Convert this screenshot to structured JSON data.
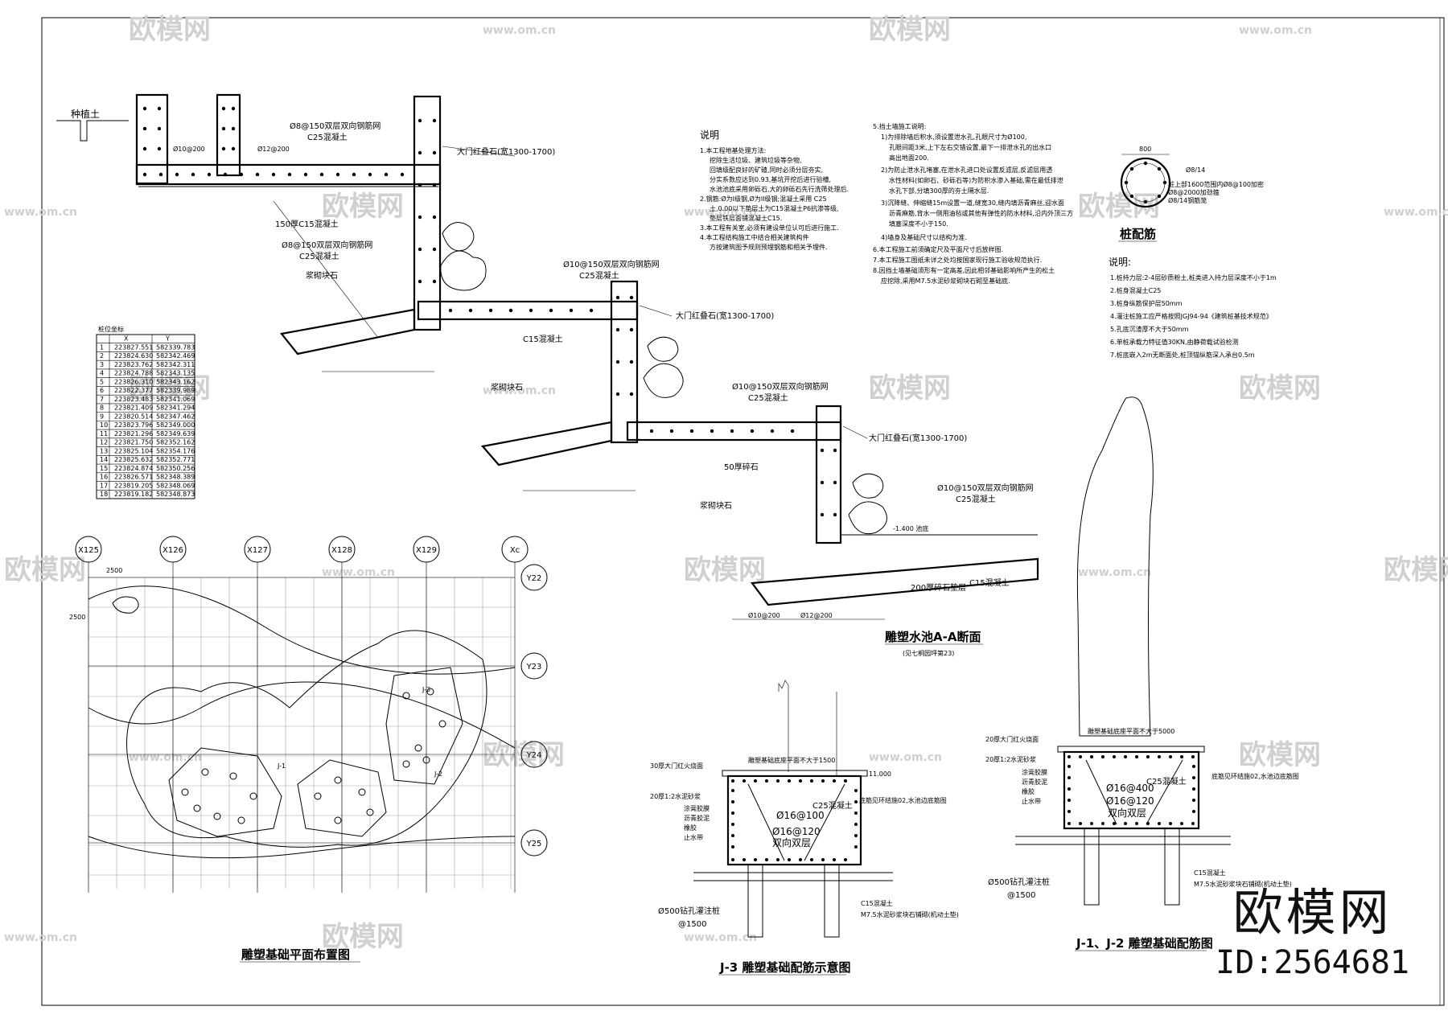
{
  "watermark": {
    "brand": "欧模网",
    "domain": "www.om.cn"
  },
  "brand_badge": {
    "name": "欧模网",
    "id": "ID:2564681"
  },
  "section_aa": {
    "title": "雕塑水池A-A断面",
    "subtitle": "(见七桐园坪第23)",
    "labels": {
      "planting_soil": "种植土",
      "mesh1": "Ø8@150双层双向钢筋网",
      "c25_1": "C25混凝土",
      "gate_stone1": "大门红叠石(宽1300-1700)",
      "c15_150": "150厚C15混凝土",
      "mesh2": "Ø8@150双层双向钢筋网",
      "c25_2": "C25混凝土",
      "rubble1": "浆砌块石",
      "mesh3": "Ø10@150双层双向钢筋网",
      "c25_3": "C25混凝土",
      "gate_stone2": "大门红叠石(宽1300-1700)",
      "c15_2": "C15混凝土",
      "rubble2": "浆砌块石",
      "mesh4": "Ø10@150双层双向钢筋网",
      "c25_4": "C25混凝土",
      "gate_stone3": "大门红叠石(宽1300-1700)",
      "gravel50": "50厚碎石",
      "rubble3": "浆砌块石",
      "mesh5": "Ø10@150双层双向钢筋网",
      "c25_5": "C25混凝土",
      "water_level": "-1.400 池底",
      "c15_3": "C15混凝土",
      "gravel200": "200厚碎石垫层",
      "r1": "Ø10@200",
      "r2": "Ø12@200"
    }
  },
  "notes_left": {
    "title": "说明",
    "items": [
      "1.本工程地基处理方法:",
      "挖除生活垃圾、建筑垃圾等杂物,",
      "回填级配良好的矿碴,同时必须分层夯实,",
      "分实系数应达到0.93,基坑开挖后进行验槽,",
      "水池池底采用卵砾石,大的卵砾石先行洗筛处理后.",
      "2.钢筋:Ø为I级钢,Ø为II级钢;混凝土采用 C25",
      "土,0.00以下垫层土为C15混凝土P6抗渗等级,",
      "垫层铁层面铺混凝土C15.",
      "3.本工程有关室,必须有建设单位认可后进行施工.",
      "4.本工程结构施工中结合相关建筑构件",
      "方按建筑图予规则预埋钢筋和相关予埋件."
    ]
  },
  "notes_mid": {
    "items": [
      "5.挡土墙施工说明:",
      "1)为排除墙后积水,须设置泄水孔,孔眼尺寸为Ø100,",
      "孔眼间距3米,上下左右交错设置,最下一排泄水孔的出水口",
      "高出地面200.",
      "2)为防止泄水孔堵塞,在泄水孔进口处设置反滤层,反滤层用透",
      "水性材料(如卵石、砂砾石等)为防积水渗入基础,需在最低排泄",
      "水孔下部,分填300厚的夯土隔水层.",
      "3)沉降缝、伸缩缝15m设置一道,缝宽30,缝内填沥青麻丝,迎水面",
      "沥青麻筋,背水一侧用油毡或其他有弹性的防水材料,沿内外顶三方",
      "填塞深度不小于150.",
      "4)墙身及基础尺寸以结构为准.",
      "6.本工程施工前须确定尺及平面尺寸后放样图.",
      "7.本工程施工图纸未详之处均按国家现行施工验收规范执行.",
      "8.因挡土墙基础须形有一定高差,因此相邻基础影响所产生的松土",
      "应挖除,采用M7.5水泥砂浆砌块石砌至基础底."
    ]
  },
  "pile": {
    "title": "桩配筋",
    "dim_top": "800",
    "label_spiral": "Ø8/14",
    "label_a": "桩上部1600范围内Ø8@100加密",
    "label_b": "Ø8@2000加劲箍",
    "label_c": "Ø8/14钢筋笼",
    "notes_title": "说明:",
    "notes": [
      "1.桩持力层:2-4层砂质粉土,桩类进入持力层深度不小于1m",
      "2.桩身混凝土C25",
      "3.桩身纵筋保护层50mm",
      "4.灌注桩施工应严格按照JGJ94-94《建筑桩基技术规范》",
      "5.孔底沉渣厚不大于50mm",
      "6.单桩承载力特征值30KN,由静荷载试验检测",
      "7.桩底嵌入2m无断面处,桩顶锚纵筋深入承台0.5m"
    ]
  },
  "coord_table": {
    "title": "桩位坐标",
    "headers": [
      "",
      "X",
      "Y"
    ],
    "rows": [
      [
        "1",
        "223827.551",
        "582339.783"
      ],
      [
        "2",
        "223824.630",
        "582342.469"
      ],
      [
        "3",
        "223823.762",
        "582342.311"
      ],
      [
        "4",
        "223824.788",
        "582343.135"
      ],
      [
        "5",
        "223826.310",
        "582343.162"
      ],
      [
        "6",
        "223822.377",
        "582339.989"
      ],
      [
        "7",
        "223823.483",
        "582341.069"
      ],
      [
        "8",
        "223821.409",
        "582341.294"
      ],
      [
        "9",
        "223820.514",
        "582347.462"
      ],
      [
        "10",
        "223823.796",
        "582349.000"
      ],
      [
        "11",
        "223821.296",
        "582349.639"
      ],
      [
        "12",
        "223821.750",
        "582352.162"
      ],
      [
        "13",
        "223825.104",
        "582354.176"
      ],
      [
        "14",
        "223825.632",
        "582352.771"
      ],
      [
        "15",
        "223824.874",
        "582350.256"
      ],
      [
        "16",
        "223826.571",
        "582348.389"
      ],
      [
        "17",
        "223819.205",
        "582348.069"
      ],
      [
        "18",
        "223819.182",
        "582348.873"
      ]
    ]
  },
  "plan": {
    "title": "雕塑基础平面布置图",
    "col_labels": [
      "X125",
      "X126",
      "X127",
      "X128",
      "X129",
      "Xc"
    ],
    "row_labels": [
      "Y22",
      "Y23",
      "Y24",
      "Y25"
    ],
    "dim_top": "2500",
    "dim_left": "2500",
    "j1": "J-1",
    "j2": "J-2",
    "j3": "J-3"
  },
  "j3": {
    "title": "J-3 雕塑基础配筋示意图",
    "label_top1": "30厚大门红火烧面",
    "label_top2": "雕塑基础底座平面不大于1500",
    "label_mortar": "20厚1:2水泥砂浆",
    "label_w1": "涂膏胶膜",
    "label_w2": "沥青胶泥",
    "label_w3": "橡胶",
    "label_w4": "止水带",
    "label_c25": "C25混凝土",
    "label_r1": "Ø16@100",
    "label_r2": "Ø16@120",
    "label_r3": "双向双层",
    "label_side": "底筋见环结施02,水池边底筋图",
    "level": "11.000",
    "pile": "Ø500钻孔灌注桩",
    "pile_len": "@1500",
    "label_c15": "C15混凝土",
    "label_gravel": "M7.5水泥砂浆块石铺砌(机动土垫)"
  },
  "j12": {
    "title": "J-1、J-2 雕塑基础配筋图",
    "label_top1": "20厚大门红火烧面",
    "label_top2": "雕塑基础底座平面不大于5000",
    "label_mortar": "20厚1:2水泥砂浆",
    "label_w1": "涂膏胶膜",
    "label_w2": "沥青胶泥",
    "label_w3": "橡胶",
    "label_w4": "止水带",
    "label_c25": "C25混凝土",
    "label_r1": "Ø16@400",
    "label_r2": "Ø16@120",
    "label_r3": "双向双层",
    "label_side": "底筋见环结施02,水池边底筋图",
    "pile": "Ø500钻孔灌注桩",
    "pile_len": "@1500",
    "label_c15": "C15混凝土",
    "label_gravel": "M7.5水泥砂浆块石铺砌(机动土垫)"
  }
}
